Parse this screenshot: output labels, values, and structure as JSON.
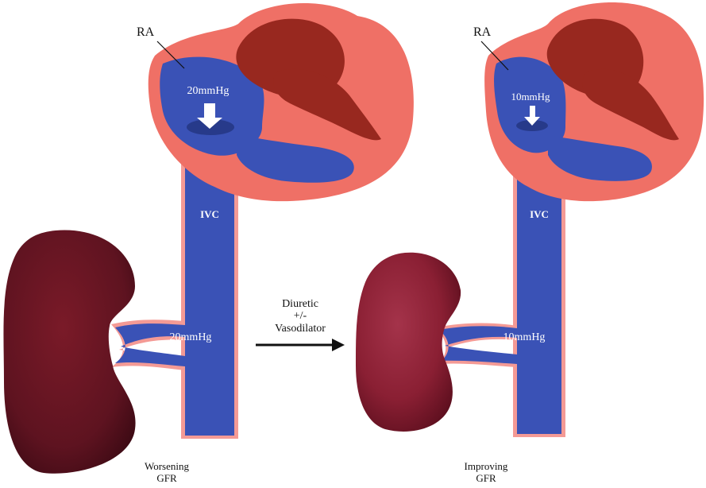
{
  "left_panel": {
    "ra_label": "RA",
    "ra_pressure": "20mmHg",
    "ivc_label": "IVC",
    "renal_pressure": "20mmHg",
    "caption_line1": "Worsening",
    "caption_line2": "GFR"
  },
  "right_panel": {
    "ra_label": "RA",
    "ra_pressure": "10mmHg",
    "ivc_label": "IVC",
    "renal_pressure": "10mmHg",
    "caption_line1": "Improving",
    "caption_line2": "GFR"
  },
  "treatment": {
    "line1": "Diuretic",
    "line2": "+/-",
    "line3": "Vasodilator"
  },
  "colors": {
    "heart_wall": "#ef7066",
    "blood_blue": "#3a52b6",
    "left_heart": "#98281f",
    "kidney_dark": "#6e1421",
    "kidney_light": "#8e1f33",
    "vessel_edge": "#f49a95"
  }
}
